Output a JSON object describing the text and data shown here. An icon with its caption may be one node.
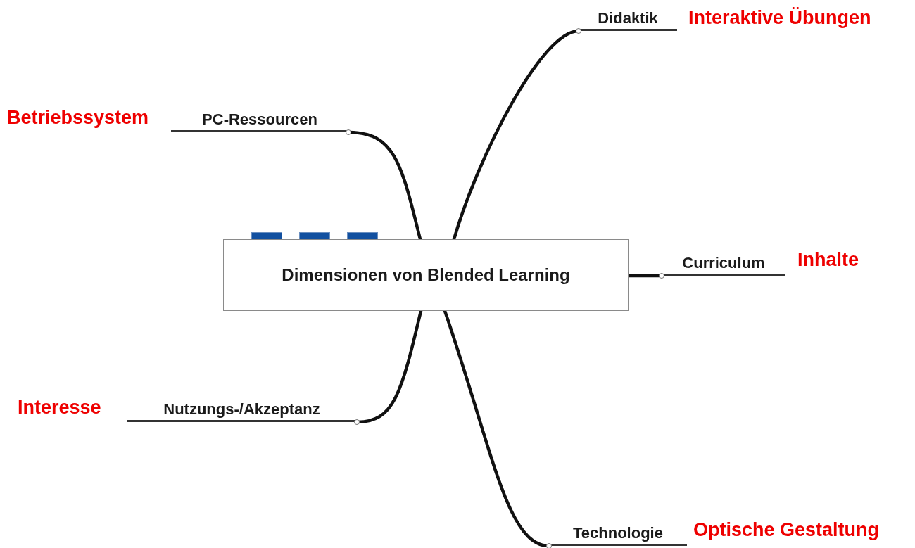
{
  "diagram": {
    "nodes": [
      {
        "text": [
          "Dimensionen von Blended Learning"
        ]
      },
      {
        "text": [
          "Didaktik"
        ],
        "beside": [
          "Interaktive Übungen"
        ]
      },
      {
        "text": [
          "PC-Ressourcen"
        ],
        "beside": [
          "Betriebssystem"
        ]
      },
      {
        "text": [
          "Curriculum"
        ],
        "beside": [
          "Inhalte"
        ]
      },
      {
        "text": [
          "Nutzungs-/Akzeptanz"
        ],
        "beside": [
          "Interesse"
        ]
      },
      {
        "text": [
          "Technologie"
        ],
        "beside": [
          "Optische Gestaltung"
        ]
      }
    ],
    "edges": [
      {
        "from": 0,
        "to": 1,
        "arrow": "none"
      },
      {
        "from": 0,
        "to": 2,
        "arrow": "none"
      },
      {
        "from": 0,
        "to": 3,
        "arrow": "none"
      },
      {
        "from": 0,
        "to": 4,
        "arrow": "none"
      },
      {
        "from": 0,
        "to": 5,
        "arrow": "none"
      }
    ]
  }
}
